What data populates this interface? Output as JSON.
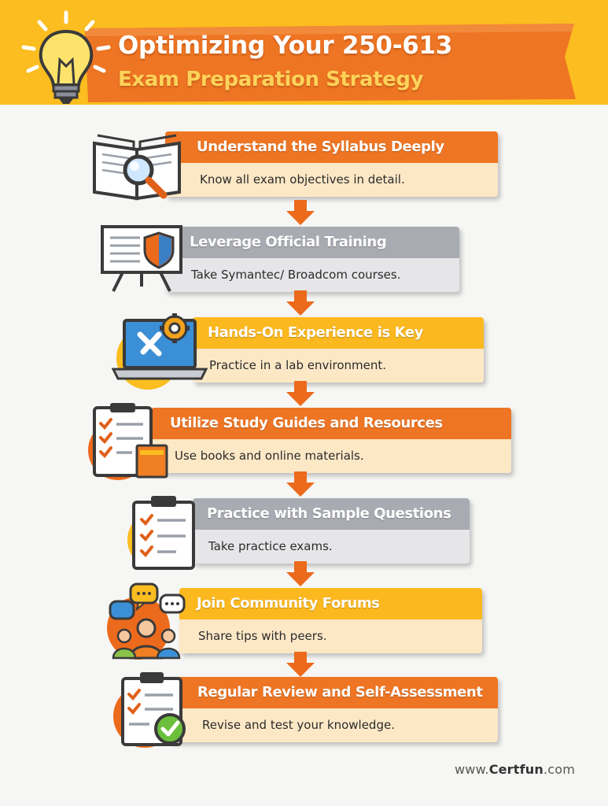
{
  "header": {
    "title_line1": "Optimizing Your 250-613",
    "title_line2": "Exam Preparation Strategy"
  },
  "steps": [
    {
      "title": "Understand the Syllabus Deeply",
      "description": "Know all exam objectives in detail.",
      "icon": "open-book-magnifier-icon",
      "style": "orange"
    },
    {
      "title": "Leverage Official Training",
      "description": "Take Symantec/ Broadcom courses.",
      "icon": "presentation-board-shield-icon",
      "style": "gray"
    },
    {
      "title": "Hands-On Experience is Key",
      "description": "Practice in a lab environment.",
      "icon": "laptop-tools-gear-icon",
      "style": "yellow"
    },
    {
      "title": "Utilize Study Guides and Resources",
      "description": "Use books and online materials.",
      "icon": "clipboard-checklist-books-icon",
      "style": "orange"
    },
    {
      "title": "Practice with Sample Questions",
      "description": "Take practice exams.",
      "icon": "clipboard-checklist-icon",
      "style": "gray"
    },
    {
      "title": "Join Community Forums",
      "description": "Share tips with peers.",
      "icon": "people-chat-bubbles-icon",
      "style": "yellow"
    },
    {
      "title": "Regular Review and Self-Assessment",
      "description": "Revise and test your knowledge.",
      "icon": "clipboard-checkmark-icon",
      "style": "orange"
    }
  ],
  "footer": {
    "prefix": "www.",
    "brand": "Certfun",
    "suffix": ".com"
  },
  "colors": {
    "header_yellow": "#fbbd1f",
    "ribbon_orange": "#ee7523",
    "step_gray": "#a9abb2",
    "step_yellow": "#fbb81f",
    "body_cream": "#fde8c6",
    "arrow_orange": "#ec6a1c"
  }
}
